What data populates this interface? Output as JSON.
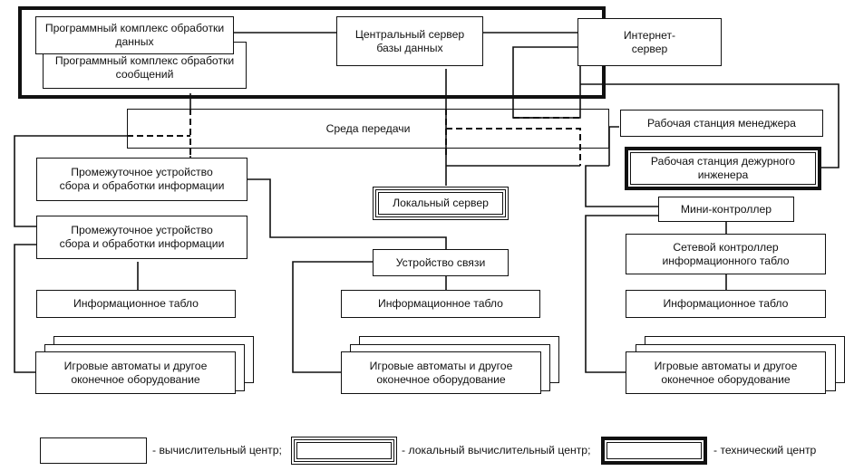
{
  "diagram": {
    "nodes": {
      "pk_data": "Программный комплекс обработки данных",
      "pk_data_l1": "Программный комплекс обработки",
      "pk_data_l2": "данных",
      "pk_msg_l1": "Программный комплекс обработки",
      "pk_msg_l2": "сообщений",
      "central_l1": "Центральный сервер",
      "central_l2": "базы данных",
      "internet_l1": "Интернет-",
      "internet_l2": "сервер",
      "medium": "Среда передачи",
      "manager_ws": "Рабочая станция менеджера",
      "engineer_ws_l1": "Рабочая станция дежурного",
      "engineer_ws_l2": "инженера",
      "intermediate1_l1": "Промежуточное устройство",
      "intermediate1_l2": "сбора и обработки информации",
      "intermediate2_l1": "Промежуточное устройство",
      "intermediate2_l2": "сбора и обработки информации",
      "local_server": "Локальный сервер",
      "mini_controller": "Мини-контроллер",
      "comm_device": "Устройство связи",
      "net_controller_l1": "Сетевой контроллер",
      "net_controller_l2": "информационного табло",
      "info_board_left": "Информационное табло",
      "info_board_mid": "Информационное табло",
      "info_board_right": "Информационное табло",
      "gaming_left_l1": "Игровые автоматы и другое",
      "gaming_left_l2": "оконечное оборудование",
      "gaming_mid_l1": "Игровые автоматы и другое",
      "gaming_mid_l2": "оконечное оборудование",
      "gaming_right_l1": "Игровые автоматы и другое",
      "gaming_right_l2": "оконечное оборудование"
    },
    "legend": {
      "computing_center": "- вычислительный центр;",
      "local_computing_center": "- локальный вычислительный центр;",
      "technical_center": "- технический центр"
    }
  }
}
